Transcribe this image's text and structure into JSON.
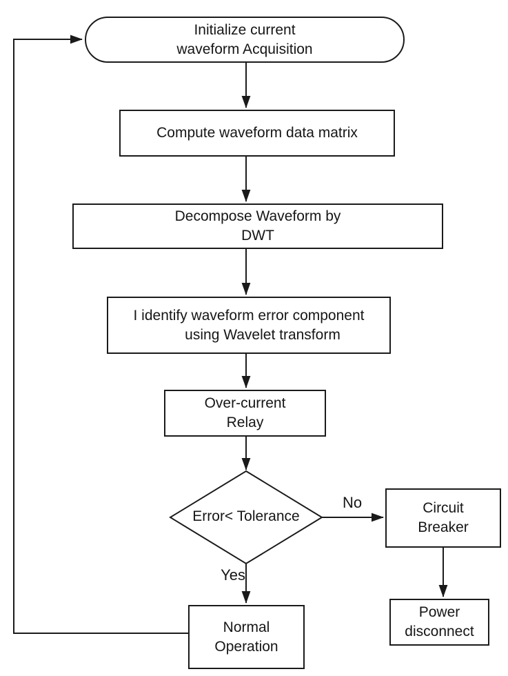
{
  "diagram": {
    "colors": {
      "ink": "#1a1a1a",
      "background": "#ffffff"
    },
    "nodes": {
      "start": {
        "shape": "terminator",
        "label": "Initialize current\nwaveform Acquisition"
      },
      "compute": {
        "shape": "process",
        "label": "Compute waveform data matrix"
      },
      "decompose": {
        "shape": "process",
        "label": "Decompose Waveform by\nDWT"
      },
      "identify": {
        "shape": "process",
        "line1": "I identify waveform error component",
        "line2": "using Wavelet transform"
      },
      "relay": {
        "shape": "process",
        "label": "Over-current\nRelay"
      },
      "decision": {
        "shape": "decision",
        "label": "Error< Tolerance"
      },
      "breaker": {
        "shape": "process",
        "label": "Circuit\nBreaker"
      },
      "disconnect": {
        "shape": "process",
        "label": "Power\ndisconnect"
      },
      "normal": {
        "shape": "process",
        "label": "Normal\nOperation"
      }
    },
    "edge_labels": {
      "no": "No",
      "yes": "Yes"
    }
  }
}
